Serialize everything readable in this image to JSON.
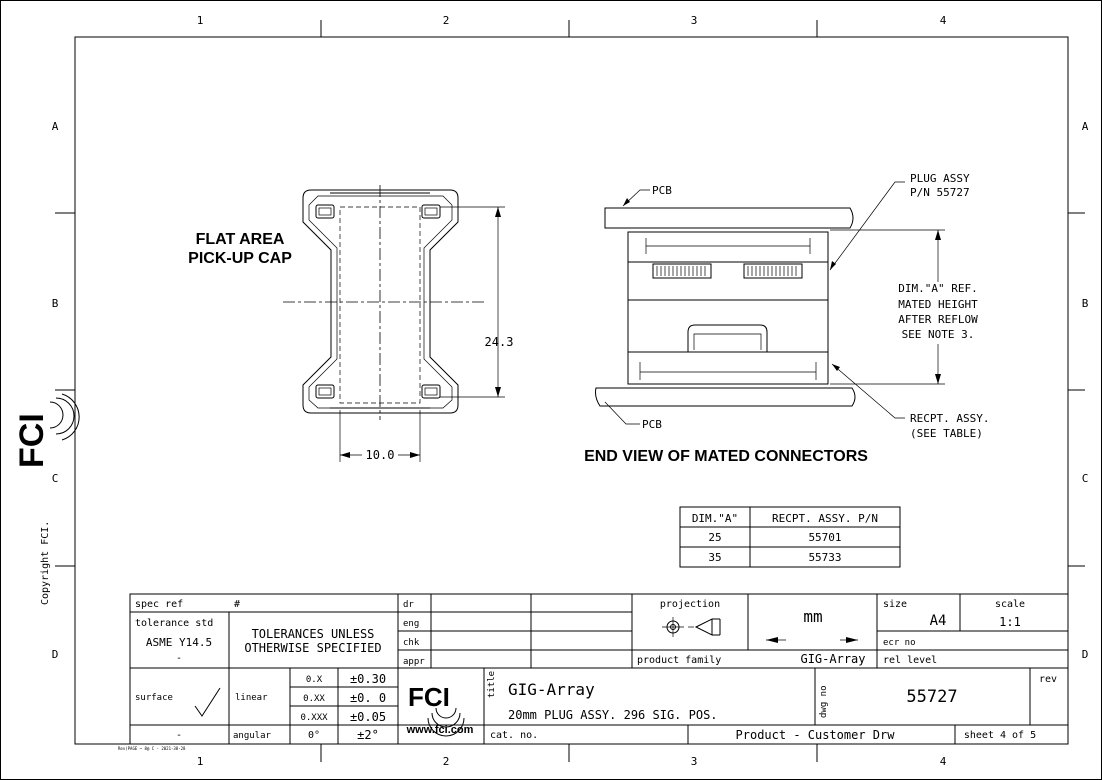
{
  "zones": {
    "columns": [
      "1",
      "2",
      "3",
      "4"
    ],
    "rows": [
      "A",
      "B",
      "C",
      "D"
    ]
  },
  "side": {
    "logo": "FCI",
    "copyright": "Copyright FCI."
  },
  "footer_small": "Rev(PAGE ~ 8@ C - 2021-38-28",
  "views": {
    "flat_area_line1": "FLAT AREA",
    "flat_area_line2": "PICK-UP CAP",
    "dim_height": "24.3",
    "dim_width": "10.0",
    "end_view_title": "END VIEW OF MATED CONNECTORS",
    "pcb_top": "PCB",
    "pcb_bottom": "PCB",
    "plug_assy_line1": "PLUG ASSY",
    "plug_assy_line2": "P/N 55727",
    "dim_a_line1": "DIM.\"A\" REF.",
    "dim_a_line2": "MATED HEIGHT",
    "dim_a_line3": "AFTER REFLOW",
    "dim_a_line4": "SEE NOTE 3.",
    "recpt_line1": "RECPT. ASSY.",
    "recpt_line2": "(SEE TABLE)"
  },
  "table": {
    "headers": [
      "DIM.\"A\"",
      "RECPT. ASSY. P/N"
    ],
    "rows": [
      [
        "25",
        "55701"
      ],
      [
        "35",
        "55733"
      ]
    ]
  },
  "title_block": {
    "spec_ref_label": "spec ref",
    "spec_ref_value": "#",
    "tolerance_std_label": "tolerance std",
    "tolerance_std_value": "ASME Y14.5",
    "tolerance_std_dash": "-",
    "tolerances_line1": "TOLERANCES UNLESS",
    "tolerances_line2": "OTHERWISE SPECIFIED",
    "surface_label": "surface",
    "surface_dash": "-",
    "linear_label": "linear",
    "angular_label": "angular",
    "tol_rows": [
      [
        "0.X",
        "±0.30"
      ],
      [
        "0.XX",
        "±0. 0"
      ],
      [
        "0.XXX",
        "±0.05"
      ]
    ],
    "angular_value": "0°",
    "angular_tol": "±2°",
    "dr": "dr",
    "eng": "eng",
    "chk": "chk",
    "appr": "appr",
    "projection_label": "projection",
    "units": "mm",
    "size_label": "size",
    "size_value": "A4",
    "scale_label": "scale",
    "scale_value": "1:1",
    "ecr_label": "ecr no",
    "product_family_label": "product family",
    "product_family_value": "GIG-Array",
    "rel_level_label": "rel level",
    "logo": "FCI",
    "website": "www.fci.com",
    "title_label": "title",
    "title_value": "GIG-Array",
    "subtitle_value": "20mm PLUG ASSY. 296 SIG. POS.",
    "dwg_no_label": "dwg no",
    "dwg_no_value": "55727",
    "rev_label": "rev",
    "cat_no_label": "cat. no.",
    "doc_type": "Product - Customer Drw",
    "sheet": "sheet 4 of 5"
  }
}
